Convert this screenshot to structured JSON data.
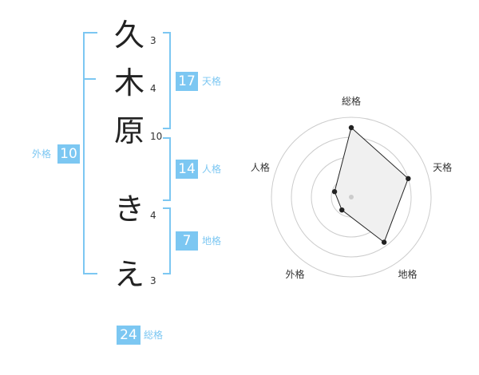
{
  "name": {
    "chars": [
      {
        "char": "久",
        "strokes": "3"
      },
      {
        "char": "木",
        "strokes": "4"
      },
      {
        "char": "原",
        "strokes": "10"
      },
      {
        "char": "き",
        "strokes": "4"
      },
      {
        "char": "え",
        "strokes": "3"
      }
    ]
  },
  "fortune": {
    "tenkaku": {
      "value": "17",
      "label": "天格"
    },
    "jinkaku": {
      "value": "14",
      "label": "人格"
    },
    "chikaku": {
      "value": "7",
      "label": "地格"
    },
    "gaikaku": {
      "value": "10",
      "label": "外格"
    },
    "soukaku": {
      "value": "24",
      "label": "総格"
    }
  },
  "chart_data": {
    "type": "radar",
    "axes": [
      "総格",
      "天格",
      "地格",
      "外格",
      "人格"
    ],
    "values": [
      0.87,
      0.75,
      0.7,
      0.2,
      0.22
    ],
    "range": [
      0,
      1
    ],
    "rings": 4,
    "accent_color": "#7cc7f2"
  }
}
